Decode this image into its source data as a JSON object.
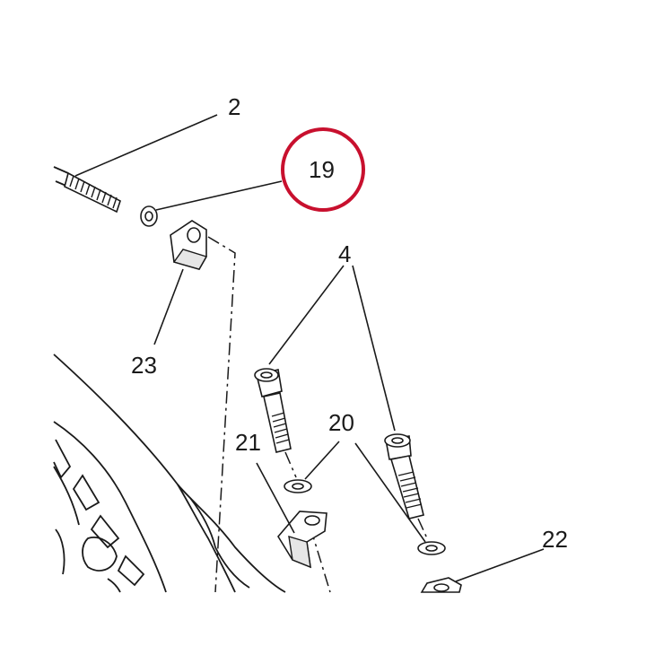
{
  "callouts": {
    "c2": "2",
    "c19": "19",
    "c4": "4",
    "c20": "20",
    "c21": "21",
    "c22": "22",
    "c23": "23"
  },
  "highlight": {
    "target": "19",
    "color": "#c8102e"
  }
}
